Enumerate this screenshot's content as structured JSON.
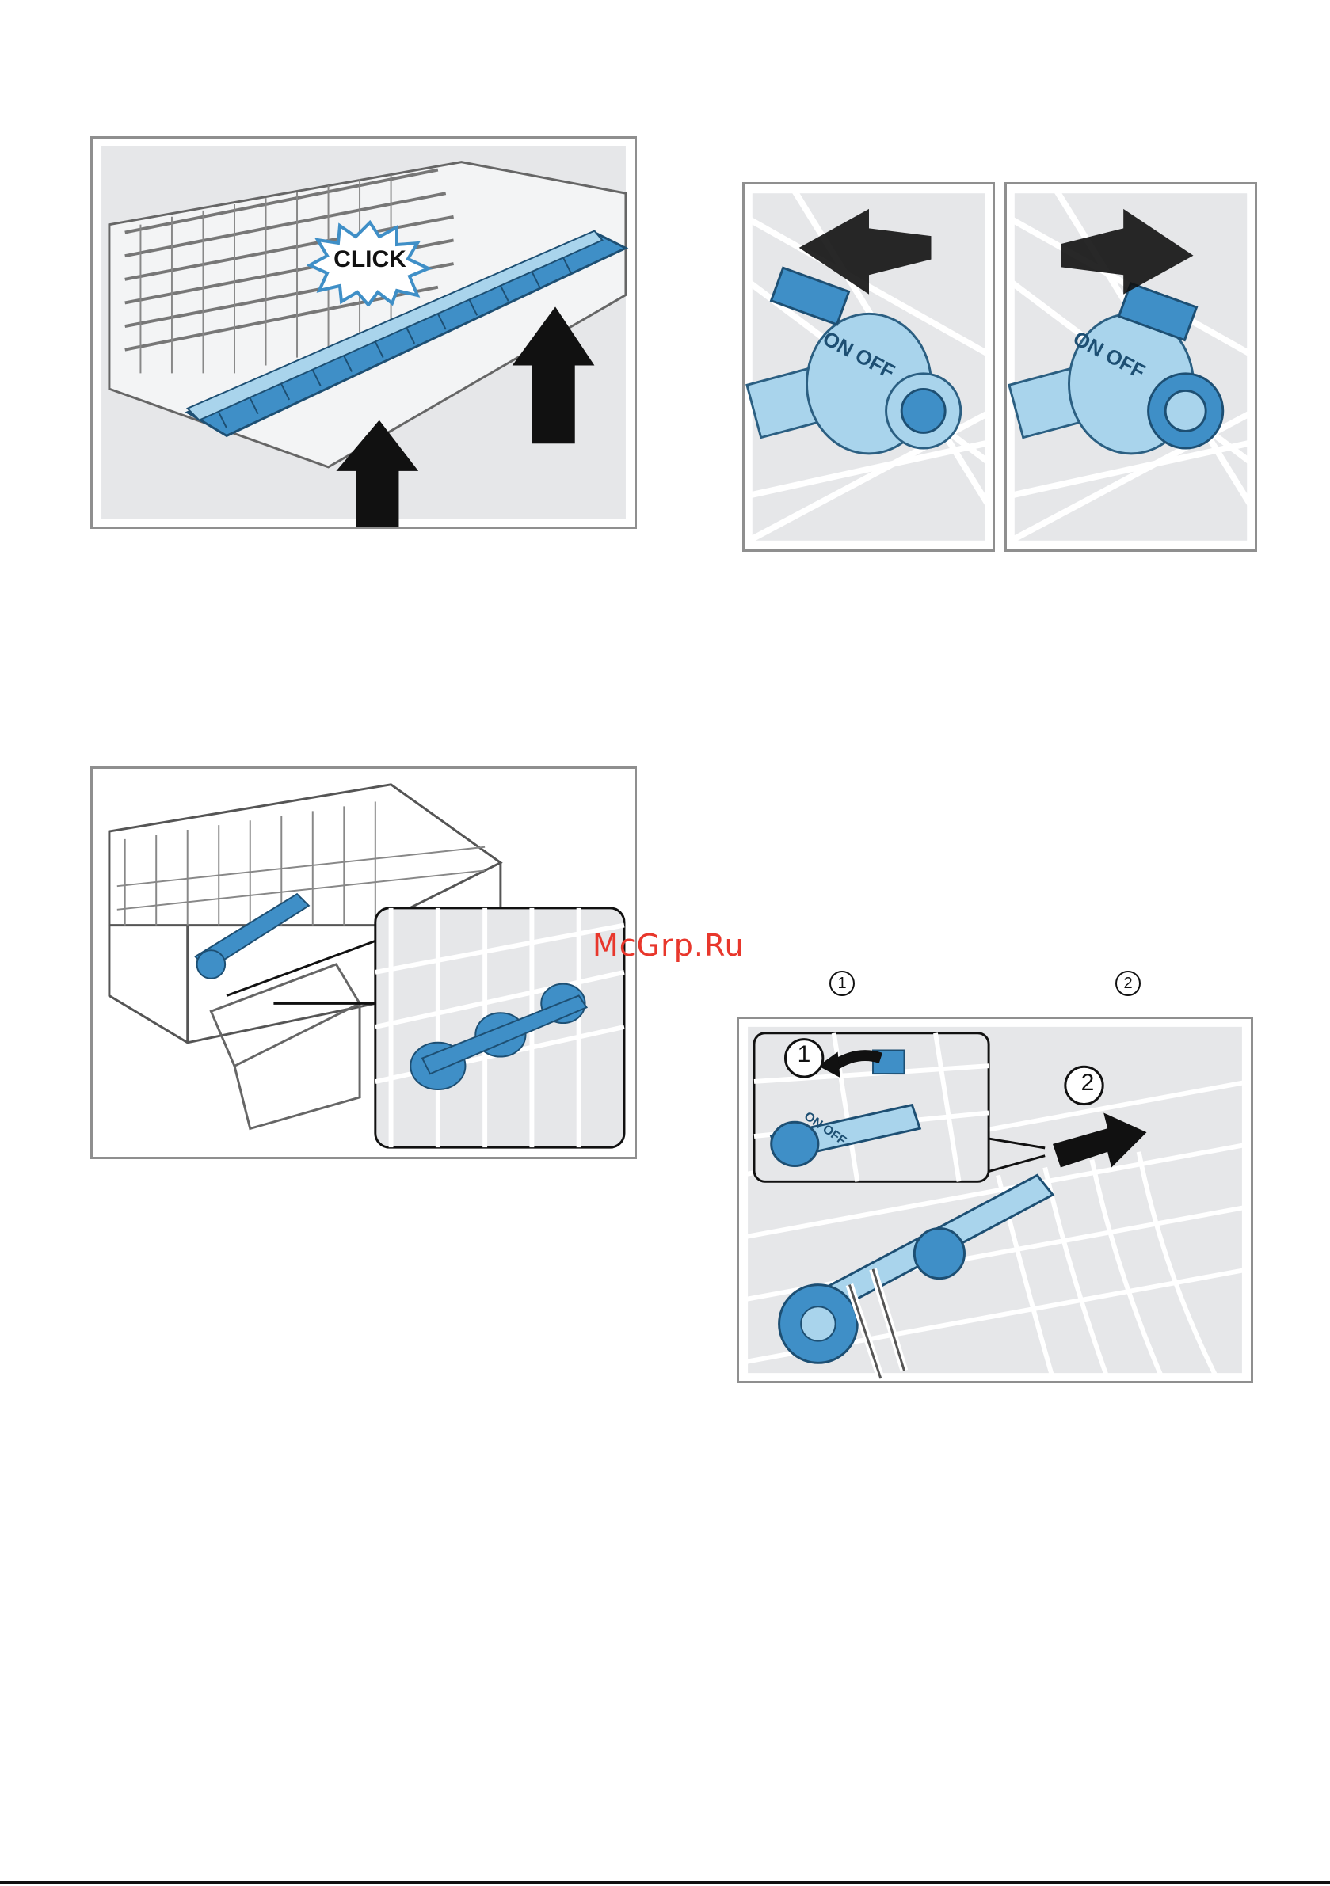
{
  "figure1": {
    "callout": "CLICK"
  },
  "figure2": {
    "valve_left_label": "ON OFF",
    "valve_right_label": "ON OFF"
  },
  "figure4": {
    "step1": "1",
    "step2": "2",
    "valve_label": "ON OFF"
  },
  "step_markers": {
    "one": "1",
    "two": "2"
  },
  "watermark": "McGrp.Ru",
  "colors": {
    "frame": "#8f8f8f",
    "panel_bg": "#e6e7e9",
    "accent_blue": "#3f8fc7",
    "light_blue": "#a9d4ec"
  }
}
